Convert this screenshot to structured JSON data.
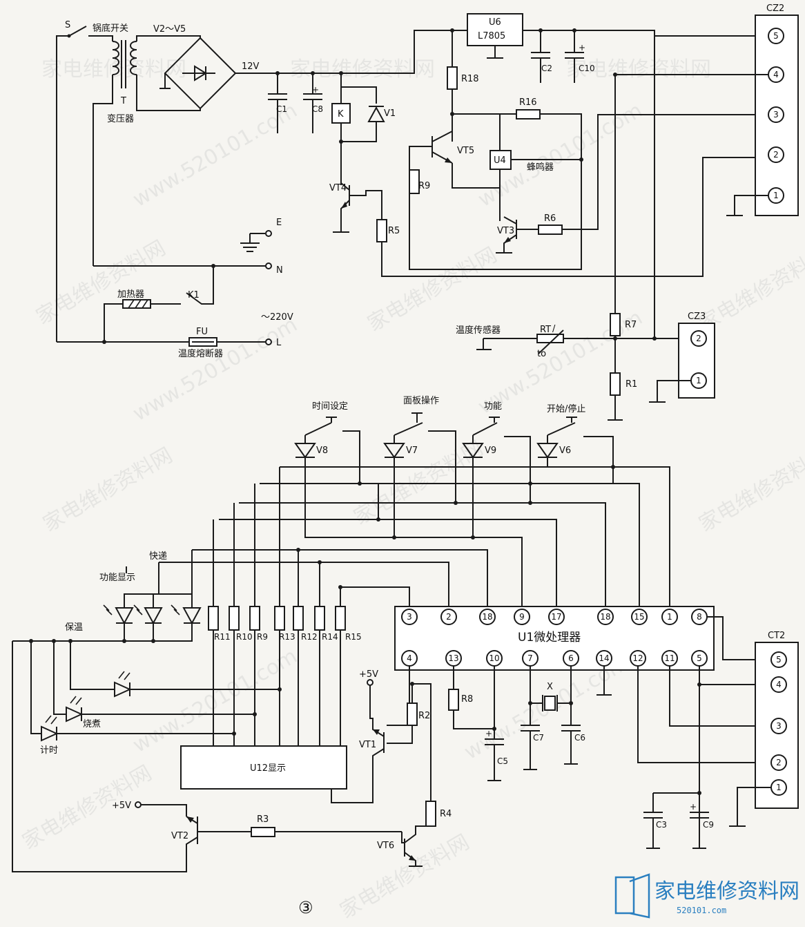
{
  "labels": {
    "S": "S",
    "pot_switch": "锅底开关",
    "T": "T",
    "transformer": "变压器",
    "bridge": "V2～V5",
    "v12": "12V",
    "U6": "U6",
    "L7805": "L7805",
    "C2": "C2",
    "C10": "C10",
    "C1": "C1",
    "C8": "C8",
    "K": "K",
    "V1": "V1",
    "R18": "R18",
    "R16": "R16",
    "VT5": "VT5",
    "U4": "U4",
    "buzzer": "蜂鸣器",
    "R9a": "R9",
    "VT4": "VT4",
    "R5": "R5",
    "VT3": "VT3",
    "R6": "R6",
    "E": "E",
    "N": "N",
    "L": "L",
    "heater": "加热器",
    "K1": "K1",
    "ac": "～220V",
    "FU": "FU",
    "fuse": "温度熔断器",
    "R7": "R7",
    "temp_sensor": "温度传感器",
    "RT": "RT",
    "to": "to",
    "R1": "R1",
    "CZ2": "CZ2",
    "CZ3": "CZ3",
    "sw_time": "时间设定",
    "sw_panel": "面板操作",
    "sw_func": "功能",
    "sw_start": "开始/停止",
    "V8": "V8",
    "V7": "V7",
    "V9": "V9",
    "V6": "V6",
    "fast": "快递",
    "func_disp": "功能显示",
    "keep_warm": "保温",
    "cook": "烧煮",
    "timer": "计时",
    "R11": "R11",
    "R10": "R10",
    "R9b": "R9",
    "R13": "R13",
    "R12": "R12",
    "R14": "R14",
    "R15": "R15",
    "U1": "U1微处理器",
    "U12": "U12显示",
    "v5a": "+5V",
    "v5b": "+5V",
    "R2": "R2",
    "R8": "R8",
    "VT1": "VT1",
    "X": "X",
    "C7": "C7",
    "C6": "C6",
    "C5": "C5",
    "C3": "C3",
    "C9": "C9",
    "CT2": "CT2",
    "VT2": "VT2",
    "R3": "R3",
    "R4": "R4",
    "VT6": "VT6",
    "fig": "③"
  },
  "u1_top_pins": [
    "3",
    "2",
    "18",
    "9",
    "17",
    "18",
    "15",
    "1",
    "8"
  ],
  "u1_bottom_pins": [
    "4",
    "13",
    "10",
    "7",
    "6",
    "14",
    "12",
    "11",
    "5"
  ],
  "cz2_pins": [
    "5",
    "4",
    "3",
    "2",
    "1"
  ],
  "cz3_pins": [
    "2",
    "1"
  ],
  "ct2_pins": [
    "5",
    "4",
    "3",
    "2",
    "1"
  ],
  "watermark": {
    "site": "家电维修资料网",
    "url": "www.520101.com"
  },
  "brand": {
    "name": "家电维修资料网",
    "url": "520101.com",
    "color": "#2a7fc0"
  }
}
